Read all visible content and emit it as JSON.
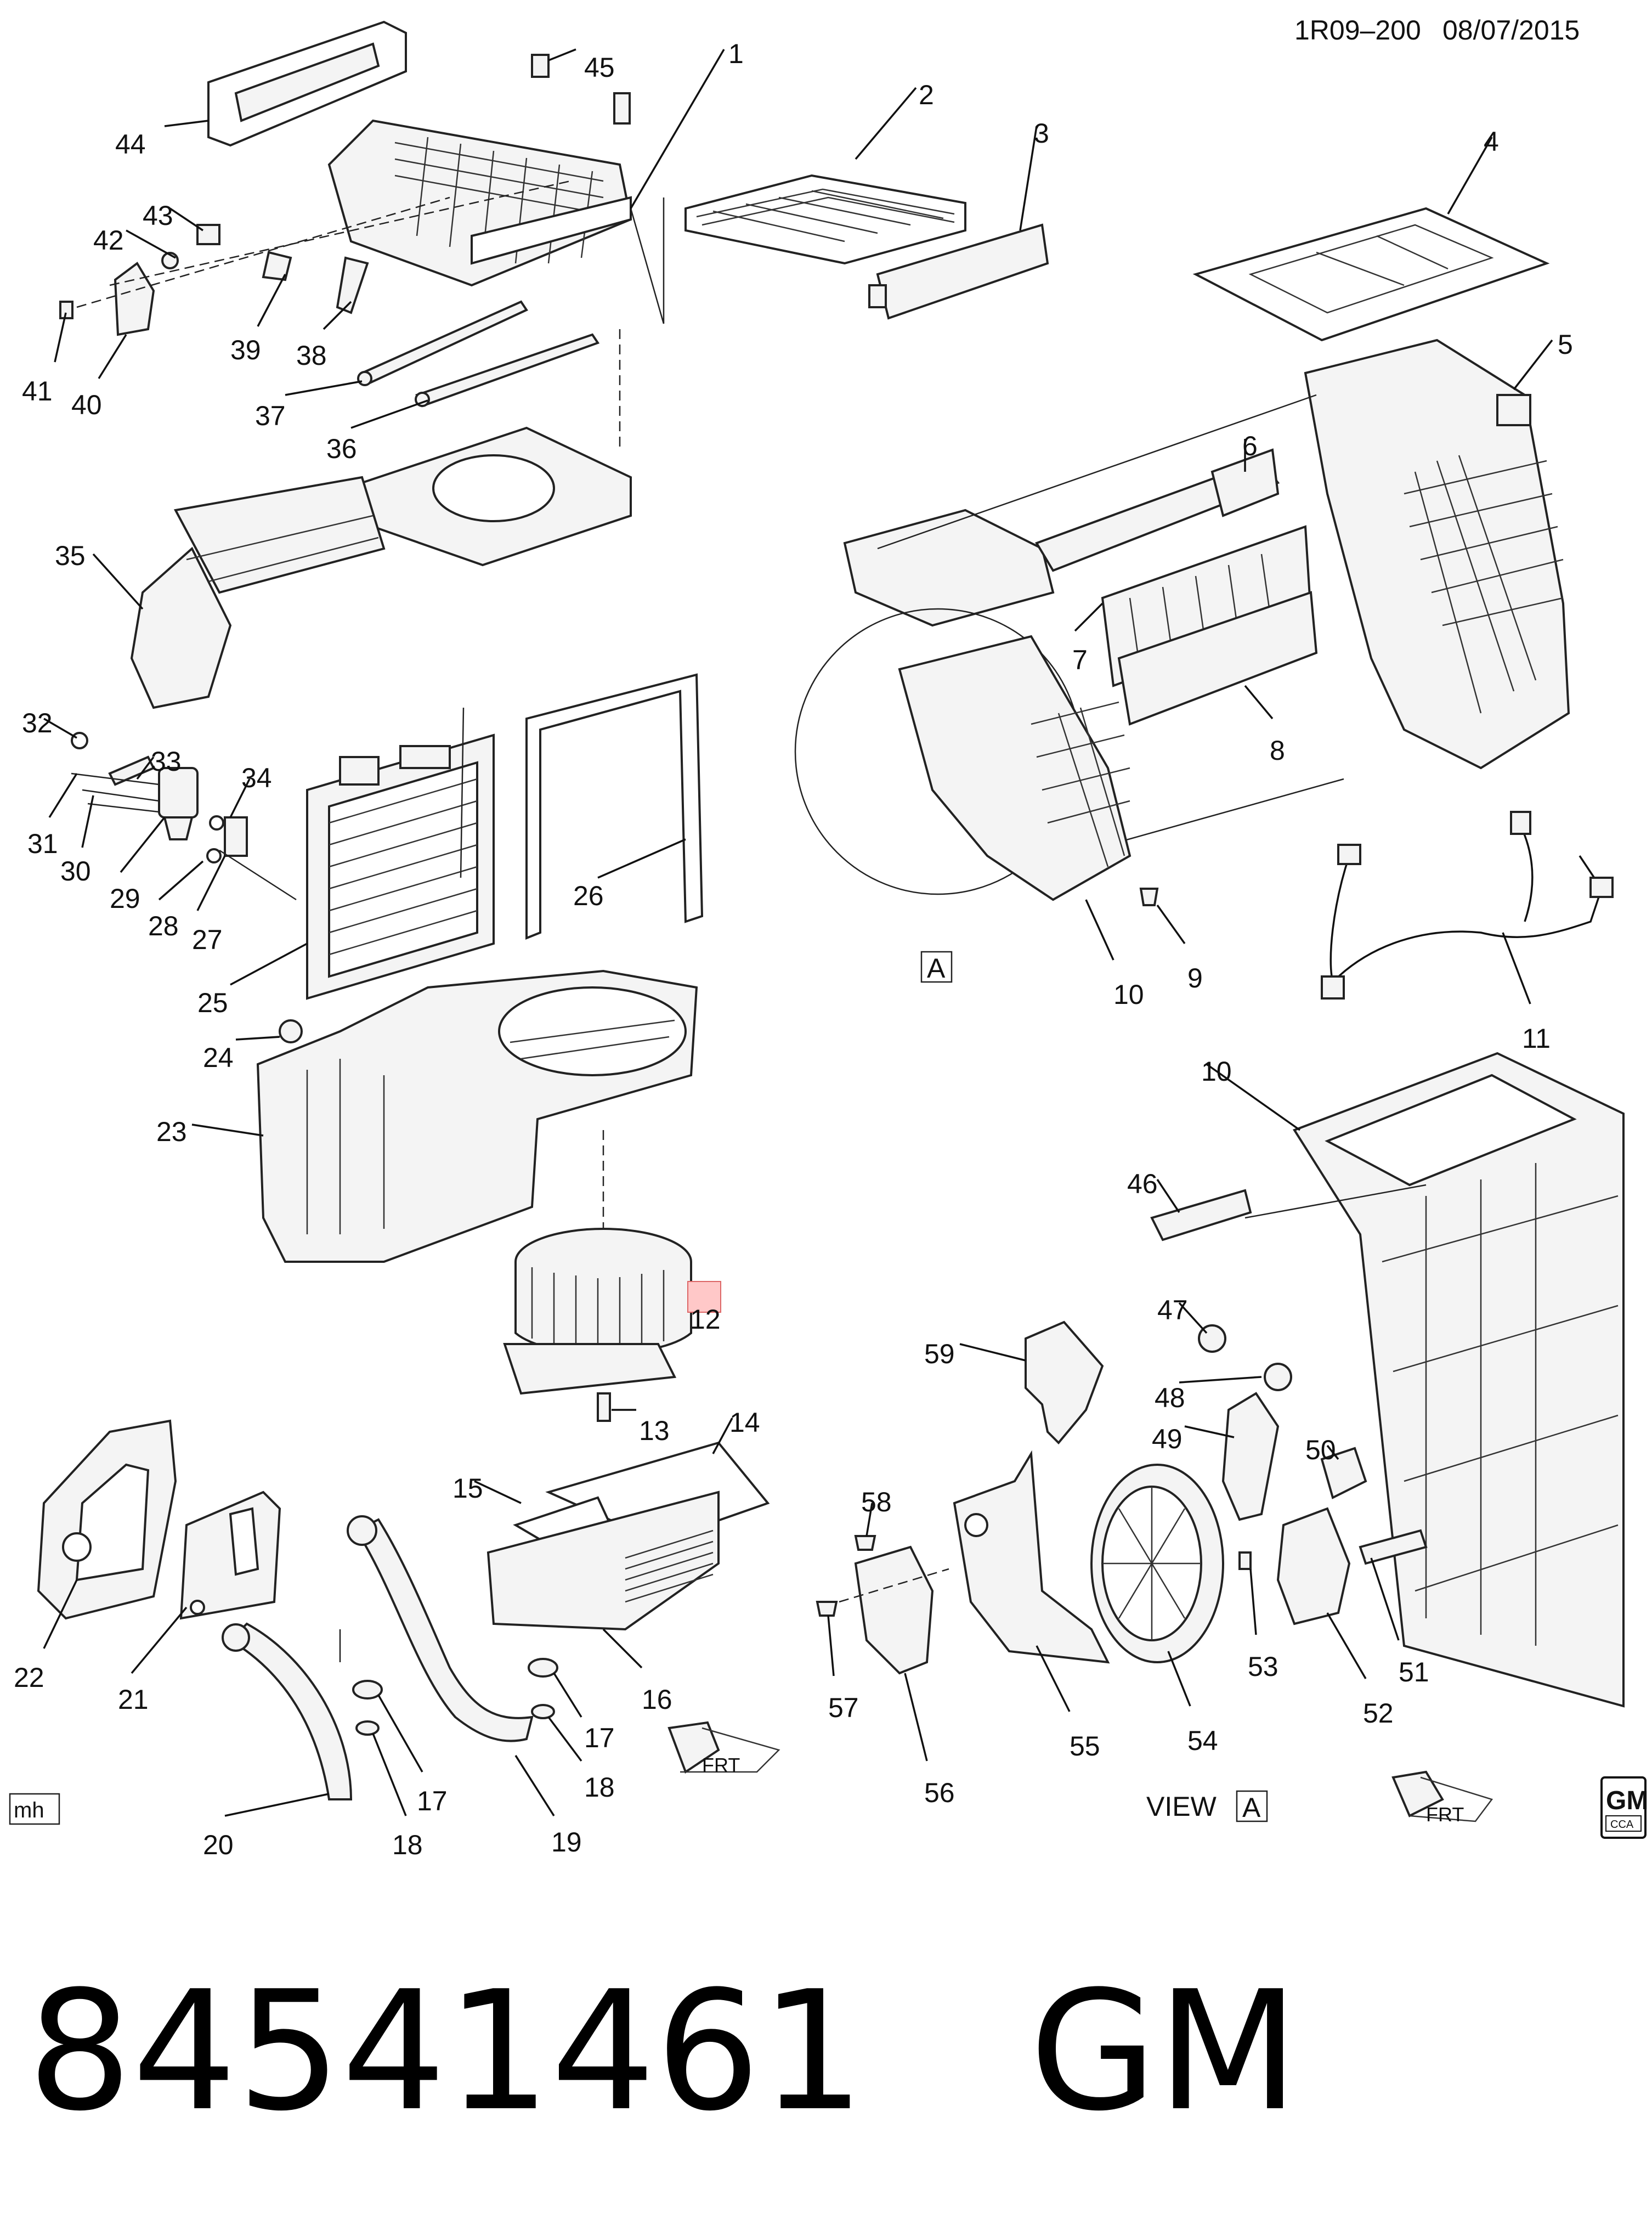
{
  "header": {
    "doc_id": "1R09–200",
    "date": "08/07/2015"
  },
  "view_label": "VIEW",
  "view_ref": "A",
  "circle_ref": "A",
  "artist_mark": "mh",
  "front_marker": "FRT",
  "logo": {
    "text": "GM",
    "subtext": "CCA"
  },
  "highlighted_callout": "12",
  "callouts": [
    "1",
    "2",
    "3",
    "4",
    "5",
    "6",
    "7",
    "8",
    "9",
    "10",
    "10",
    "11",
    "12",
    "13",
    "14",
    "15",
    "16",
    "17",
    "17",
    "18",
    "18",
    "19",
    "20",
    "21",
    "22",
    "23",
    "24",
    "25",
    "26",
    "27",
    "28",
    "29",
    "30",
    "31",
    "32",
    "33",
    "34",
    "35",
    "36",
    "37",
    "38",
    "39",
    "40",
    "41",
    "42",
    "43",
    "44",
    "45",
    "46",
    "47",
    "48",
    "49",
    "50",
    "51",
    "52",
    "53",
    "54",
    "55",
    "56",
    "57",
    "58",
    "59"
  ],
  "caption": {
    "part_number": "84541461",
    "brand": "GM"
  }
}
